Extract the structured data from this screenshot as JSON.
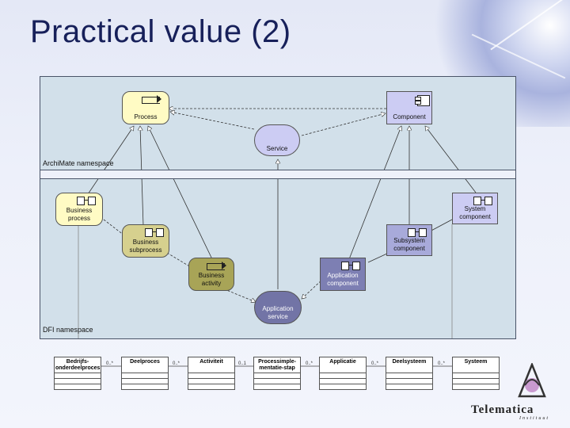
{
  "slide": {
    "title": "Practical value (2)"
  },
  "namespaces": {
    "archimate": "ArchiMate namespace",
    "dfi": "DFI namespace"
  },
  "nodes": {
    "process": "Process",
    "component": "Component",
    "service": "Service",
    "business_process": [
      "Business",
      "process"
    ],
    "system_component": [
      "System",
      "component"
    ],
    "business_subprocess": [
      "Business",
      "subprocess"
    ],
    "subsystem_component": [
      "Subsystem",
      "component"
    ],
    "business_activity": [
      "Business",
      "activity"
    ],
    "application_component": [
      "Application",
      "component"
    ],
    "application_service": [
      "Application",
      "service"
    ]
  },
  "metamodel_tables": [
    "Bedrijfs-\nonderdeelproces",
    "Deelproces",
    "Activiteit",
    "Processimple-\nmentatie-stap",
    "Applicatie",
    "Deelsysteem",
    "Systeem"
  ],
  "multiplicities": [
    "0..*",
    "0..*",
    "0..1",
    "0..*",
    "0..*",
    "0..*"
  ],
  "logo": {
    "name": "Telematica",
    "subtitle": "Instituut"
  },
  "colors": {
    "title": "#17205a",
    "business_light": "#fffbc4",
    "business_mid": "#d6d08e",
    "business_dark": "#a8a457",
    "application_light": "#ccccf3",
    "application_dark": "#7d7fb3"
  }
}
